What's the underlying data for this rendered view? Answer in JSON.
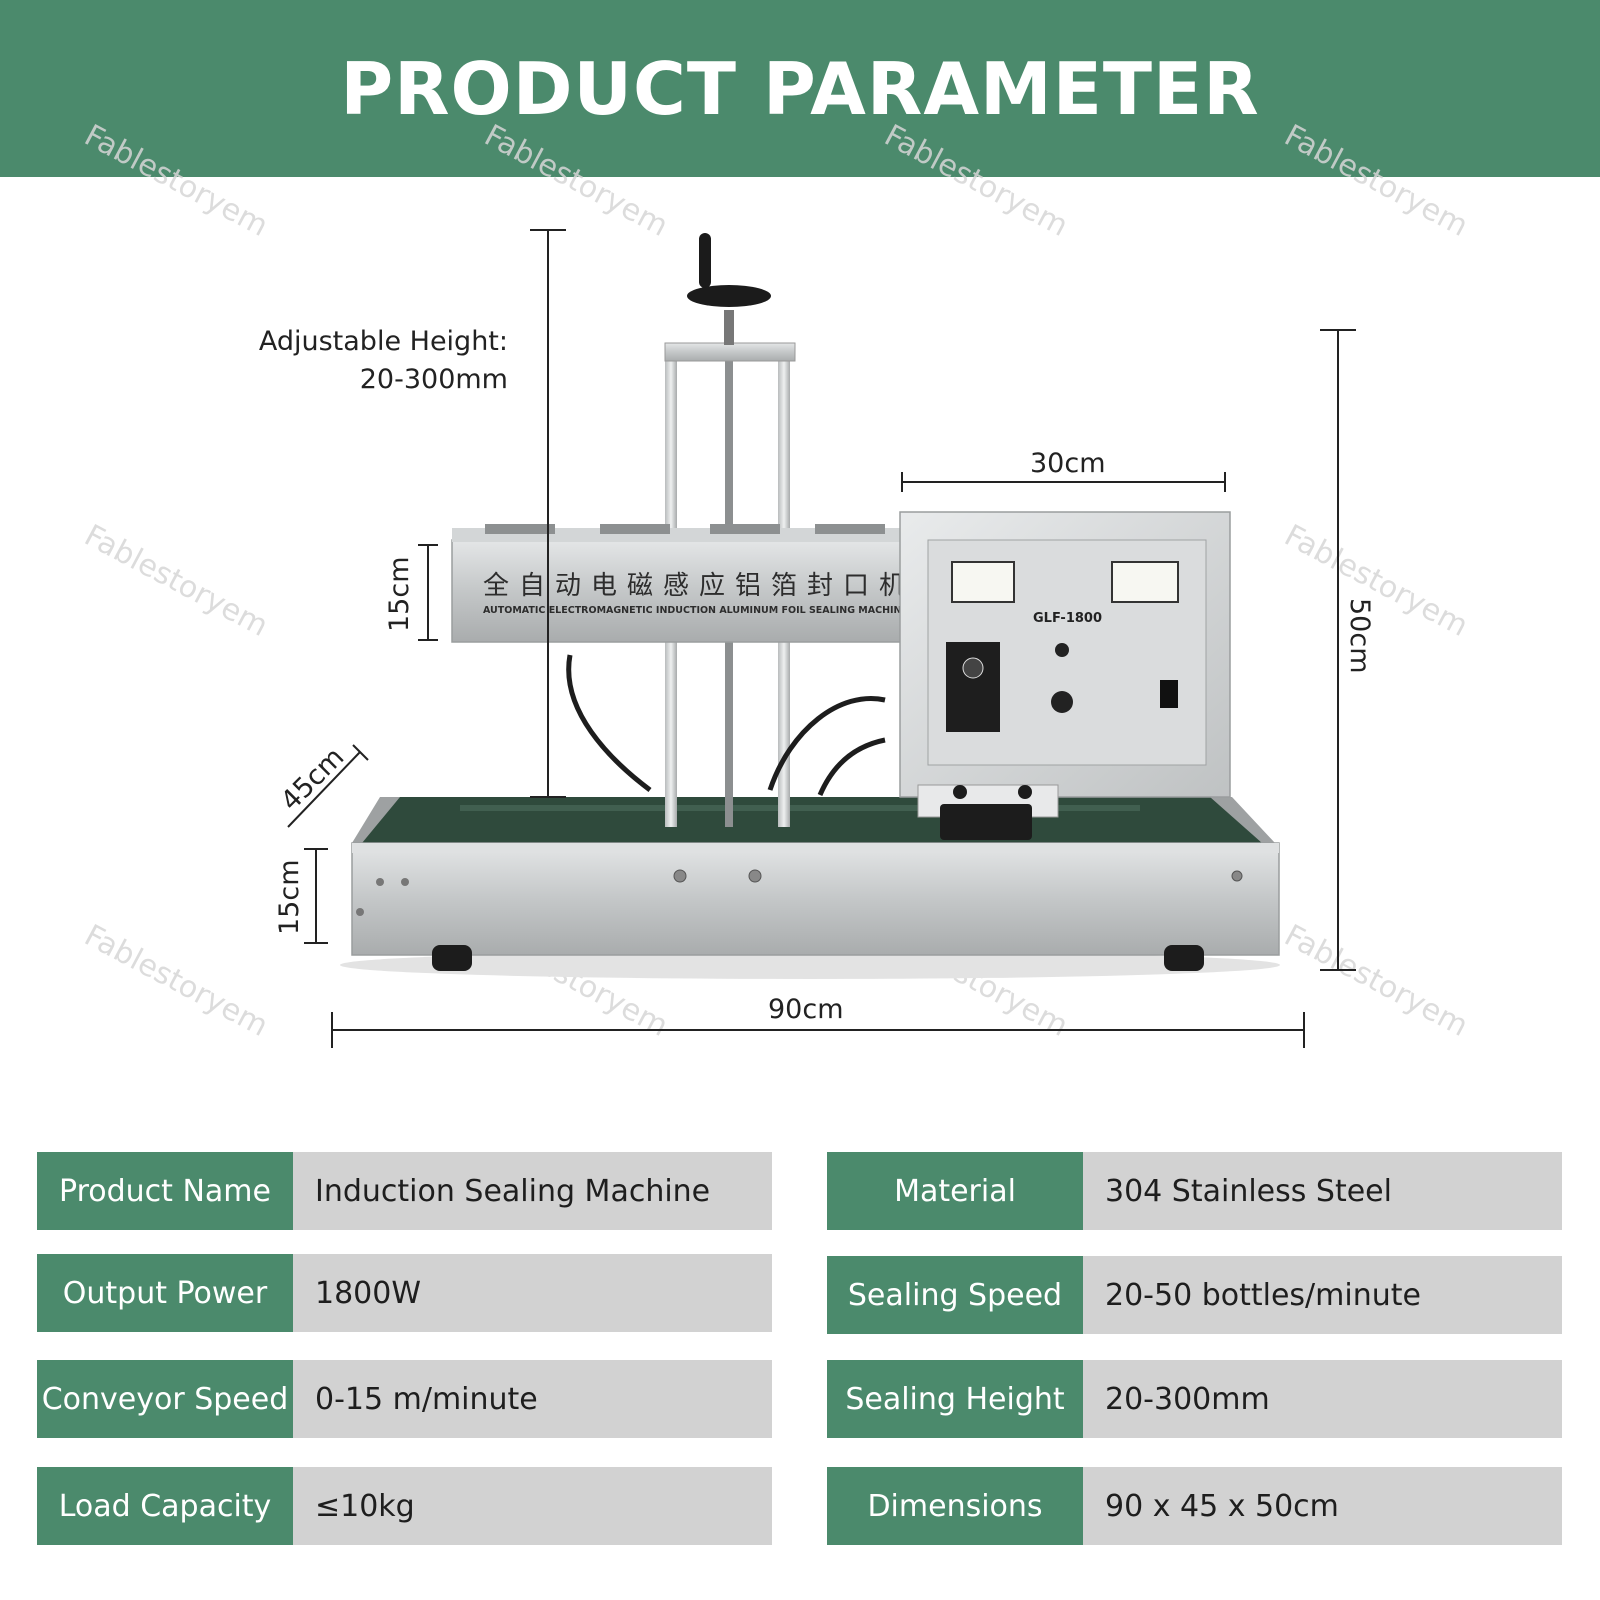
{
  "header": {
    "title": "PRODUCT PARAMETER"
  },
  "watermark": {
    "text": "Fablestoryem"
  },
  "panel": {
    "chinese_label": "全自动电磁感应铝箔封口机",
    "english_label": "AUTOMATIC ELECTROMAGNETIC INDUCTION ALUMINUM FOIL SEALING MACHINE",
    "model": "GLF-1800"
  },
  "dimensions": {
    "adjustable_height_label": "Adjustable Height:",
    "adjustable_height_value": "20-300mm",
    "top_width": "30cm",
    "head_height": "15cm",
    "total_height": "50cm",
    "depth": "45cm",
    "base_height": "15cm",
    "length": "90cm"
  },
  "params": {
    "left": [
      {
        "label": "Product Name",
        "value": "Induction Sealing Machine"
      },
      {
        "label": "Output Power",
        "value": "1800W"
      },
      {
        "label": "Conveyor Speed",
        "value": "0-15 m/minute"
      },
      {
        "label": "Load Capacity",
        "value": "≤10kg"
      }
    ],
    "right": [
      {
        "label": "Material",
        "value": "304 Stainless Steel"
      },
      {
        "label": "Sealing Speed",
        "value": "20-50 bottles/minute"
      },
      {
        "label": "Sealing Height",
        "value": "20-300mm"
      },
      {
        "label": "Dimensions",
        "value": "90 x 45 x 50cm"
      }
    ]
  },
  "colors": {
    "accent": "#4b8a6c",
    "value_bg": "#d2d2d2",
    "steel": "#c9cbcc",
    "belt": "#2f4a3c"
  }
}
